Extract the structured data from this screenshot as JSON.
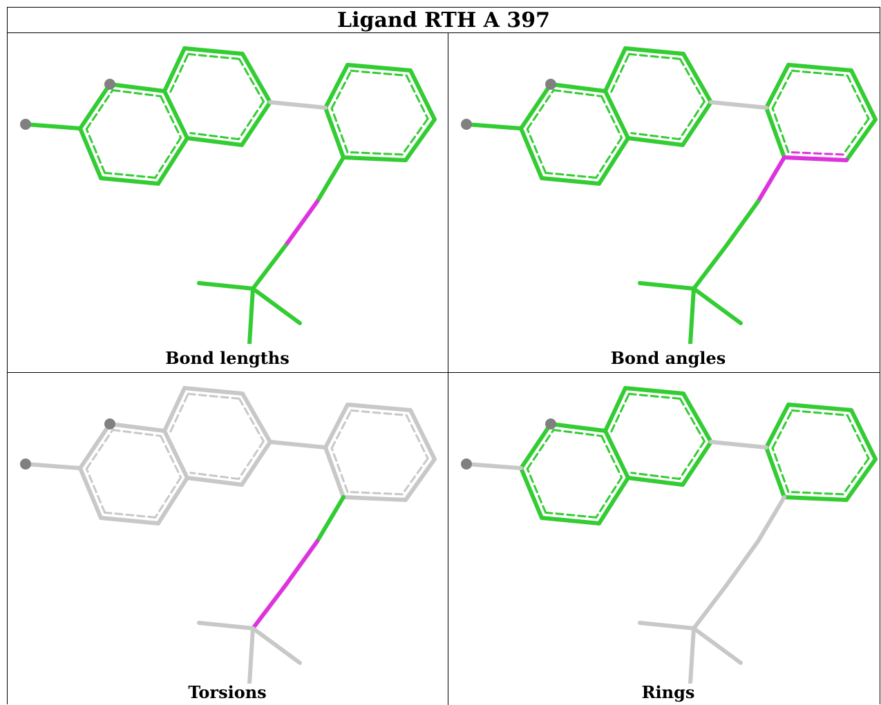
{
  "title": "Ligand RTH A 397",
  "colors": {
    "good": "#33cc33",
    "outlier": "#dd33dd",
    "neutral": "#c8c8c8",
    "atom": "#808080"
  },
  "panels": [
    {
      "caption": "Bond lengths"
    },
    {
      "caption": "Bond angles"
    },
    {
      "caption": "Torsions"
    },
    {
      "caption": "Rings"
    }
  ]
}
